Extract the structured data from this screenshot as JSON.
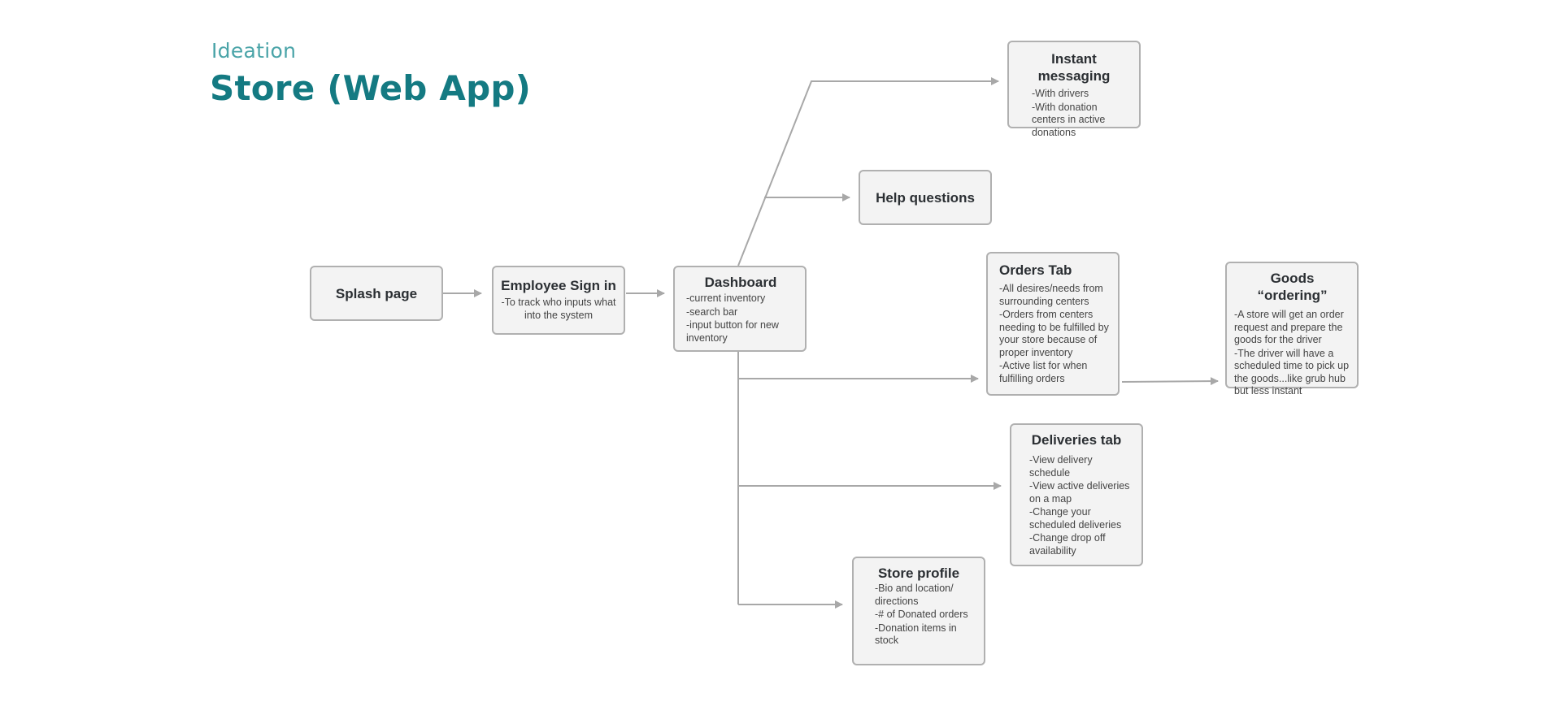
{
  "header": {
    "kicker": "Ideation",
    "title": "Store (Web App)"
  },
  "nodes": {
    "splash": {
      "title": "Splash page"
    },
    "signin": {
      "title": "Employee Sign in",
      "items": [
        "-To track who inputs what into the system"
      ]
    },
    "dashboard": {
      "title": "Dashboard",
      "items": [
        "-current inventory",
        "-search bar",
        "-input button for new inventory"
      ]
    },
    "messaging": {
      "title": "Instant messaging",
      "items": [
        "-With drivers",
        "-With donation centers in active donations"
      ]
    },
    "help": {
      "title": "Help questions"
    },
    "orders": {
      "title": "Orders Tab",
      "items": [
        "-All desires/needs from surrounding centers",
        "-Orders from centers needing to be fulfilled by your store because of proper inventory",
        "-Active list for when fulfilling orders"
      ]
    },
    "goods": {
      "title": "Goods “ordering”",
      "items": [
        "-A store will get an order request and prepare the goods for the driver",
        "-The driver will have a scheduled time to pick up the goods...like grub hub but less instant"
      ]
    },
    "deliveries": {
      "title": "Deliveries tab",
      "items": [
        "-View delivery schedule",
        "-View active deliveries on a map",
        "-Change your scheduled deliveries",
        "-Change drop off availability"
      ]
    },
    "profile": {
      "title": "Store profile",
      "items": [
        "-Bio and location/ directions",
        "-# of Donated orders",
        "-Donation items in stock"
      ]
    }
  },
  "colors": {
    "kicker": "#4aa4a8",
    "title": "#147a82",
    "node_fill": "#f3f3f3",
    "node_border": "#b0b0b0",
    "connector": "#a8a8a8"
  }
}
